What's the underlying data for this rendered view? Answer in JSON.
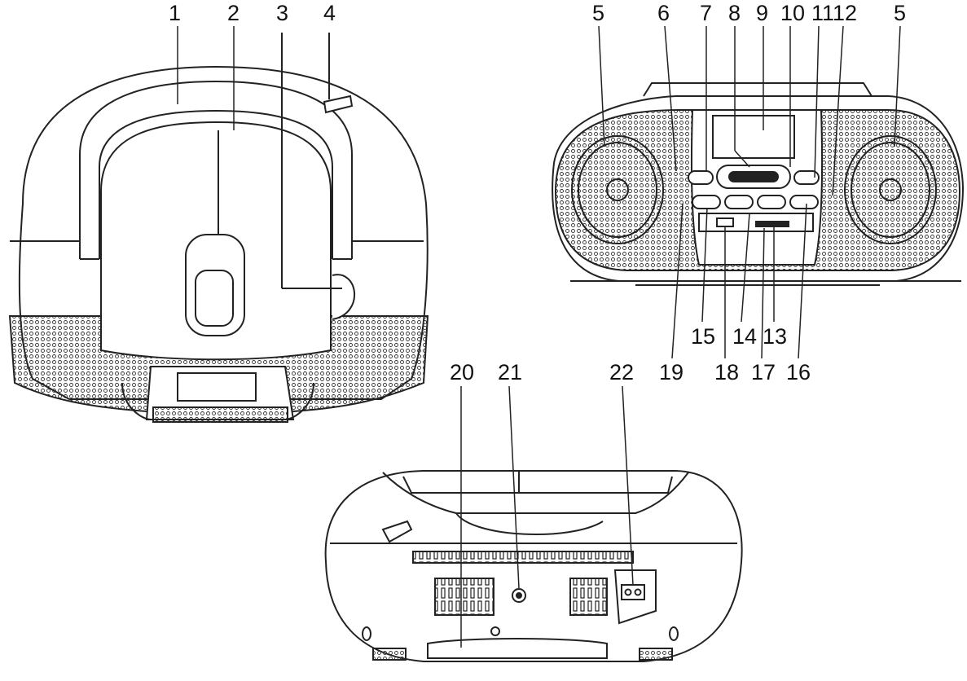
{
  "callouts": {
    "top_view": [
      "1",
      "2",
      "3",
      "4"
    ],
    "front_view_top": [
      "5",
      "6",
      "7",
      "8",
      "9",
      "10",
      "11",
      "12",
      "5"
    ],
    "front_view_bottom_row1": [
      "15",
      "14",
      "13"
    ],
    "front_view_bottom_row2": [
      "19",
      "18",
      "17",
      "16"
    ],
    "rear_view": [
      "20",
      "21",
      "22"
    ]
  },
  "colors": {
    "line": "#222222",
    "fill": "#ffffff",
    "grille": "#333333"
  }
}
